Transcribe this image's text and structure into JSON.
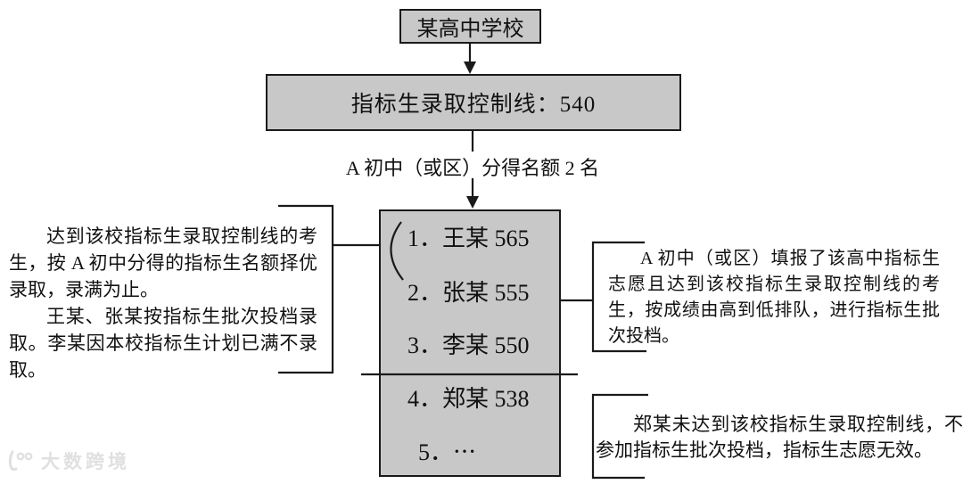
{
  "colors": {
    "box_fill": "#c8c8c8",
    "box_border": "#1a1a1a",
    "line_color": "#1a1a1a",
    "text_color": "#111111",
    "watermark_color": "#e0e0e0"
  },
  "top_box": {
    "label": "某高中学校"
  },
  "control_line_box": {
    "label": "指标生录取控制线：540"
  },
  "quota_label": "A 初中（或区）分得名额 2 名",
  "student_list": {
    "items": [
      {
        "text": "1．王某 565"
      },
      {
        "text": "2．张某 555"
      },
      {
        "text": "3．李某 550"
      },
      {
        "text": "4．郑某 538"
      },
      {
        "text": "5．⋯"
      }
    ]
  },
  "left_note": {
    "p1": "达到该校指标生录取控制线的考生，按 A 初中分得的指标生名额择优录取，录满为止。",
    "p2": "王某、张某按指标生批次投档录取。李某因本校指标生计划已满不录取。"
  },
  "right_note_top": {
    "text": "A 初中（或区）填报了该高中指标生志愿且达到该校指标生录取控制线的考生，按成绩由高到低排队，进行指标生批次投档。"
  },
  "right_note_bottom": {
    "text": "郑某未达到该校指标生录取控制线，不参加指标生批次投档，指标生志愿无效。"
  },
  "watermark": {
    "label": "大数跨境"
  }
}
